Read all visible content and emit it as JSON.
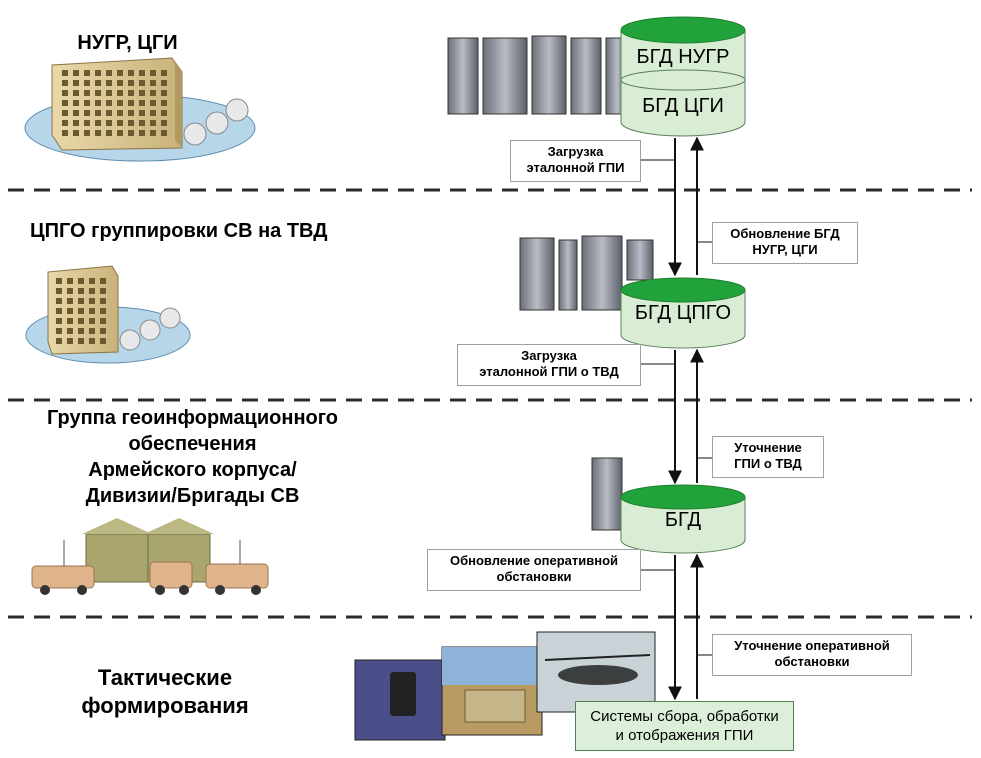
{
  "levels": {
    "level1": "НУГР, ЦГИ",
    "level2": "ЦПГО группировки СВ на ТВД",
    "level3": [
      "Группа геоинформационного",
      "обеспечения",
      "Армейского корпуса/",
      "Дивизии/Бригады СВ"
    ],
    "level4": [
      "Тактические",
      "формирования"
    ]
  },
  "databases": {
    "top_upper": "БГД НУГР",
    "top_lower": "БГД ЦГИ",
    "middle": "БГД ЦПГО",
    "bottom": "БГД"
  },
  "flows": {
    "down1": [
      "Загрузка",
      "эталонной ГПИ"
    ],
    "up1": [
      "Обновление БГД",
      "НУГР, ЦГИ"
    ],
    "down2": [
      "Загрузка",
      "эталонной ГПИ о ТВД"
    ],
    "up2": [
      "Уточнение",
      "ГПИ о ТВД"
    ],
    "down3": [
      "Обновление оперативной",
      "обстановки"
    ],
    "up3": [
      "Уточнение оперативной",
      "обстановки"
    ]
  },
  "systems": [
    "Системы сбора, обработки",
    "и отображения ГПИ"
  ],
  "colors": {
    "cylinder_fill": "#d9ecd4",
    "cylinder_top": "#22a23a",
    "systems_box": "#dcefd9",
    "separator": "#2b2b2b"
  }
}
